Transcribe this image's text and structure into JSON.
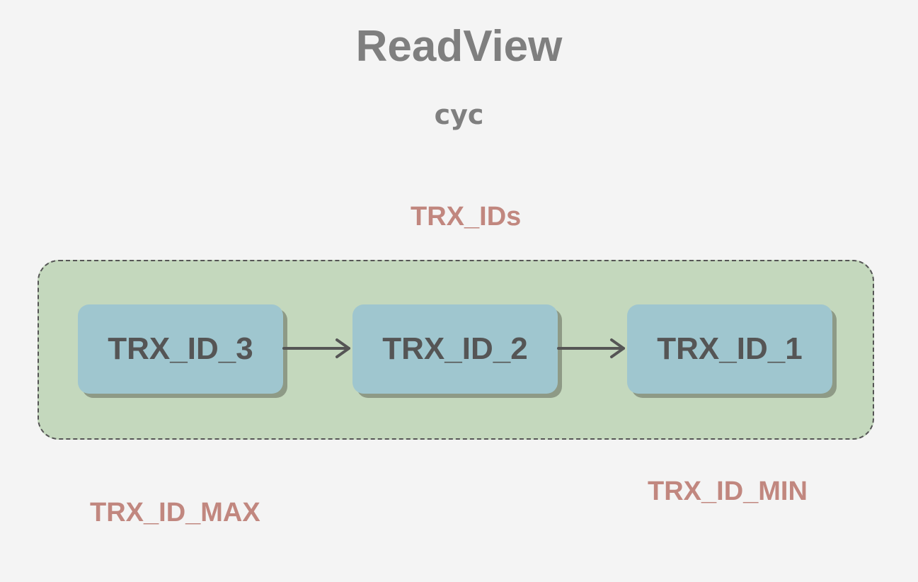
{
  "title": "ReadView",
  "subtitle": "cyc",
  "labels": {
    "trx_ids": "TRX_IDs",
    "trx_id_max": "TRX_ID_MAX",
    "trx_id_min": "TRX_ID_MIN"
  },
  "nodes": [
    {
      "label": "TRX_ID_3"
    },
    {
      "label": "TRX_ID_2"
    },
    {
      "label": "TRX_ID_1"
    }
  ],
  "colors": {
    "background": "#f4f4f4",
    "container_fill": "#c4d8bd",
    "node_fill": "#9fc6cf",
    "node_shadow": "#8e9a86",
    "label_color": "#c1877f",
    "text_gray": "#7f7f7f",
    "arrow": "#555555"
  }
}
